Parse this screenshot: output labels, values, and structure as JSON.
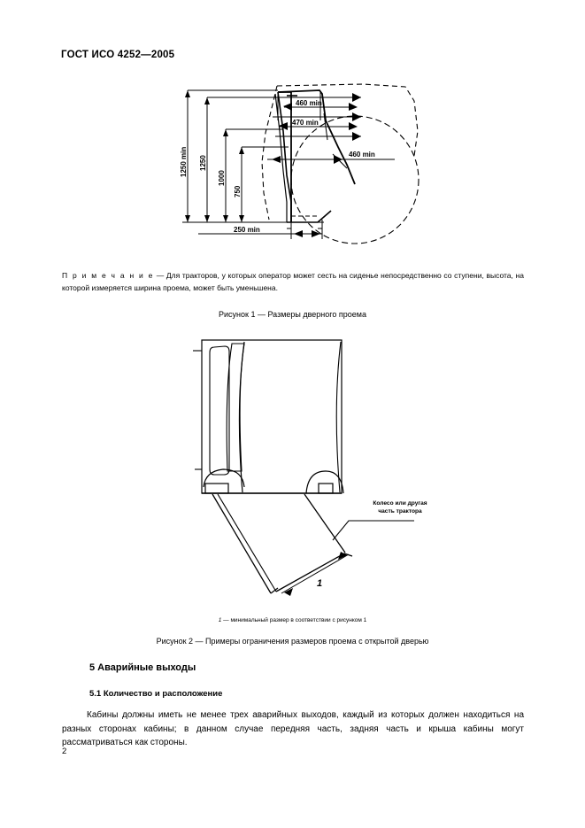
{
  "document": {
    "standard_header": "ГОСТ ИСО 4252—2005",
    "page_number": "2"
  },
  "figure1": {
    "caption": "Рисунок 1 — Размеры дверного проема",
    "note_label": "П р и м е ч а н и е",
    "note_dash": "—",
    "note_text": "Для тракторов, у которых оператор может сесть на сиденье непосредственно со ступени, высота, на которой измеряется ширина проема, может быть уменьшена.",
    "dimensions": {
      "vertical": [
        {
          "id": "dim-1250-min",
          "label": "1250 min"
        },
        {
          "id": "dim-1250",
          "label": "1250"
        },
        {
          "id": "dim-1000",
          "label": "1000"
        },
        {
          "id": "dim-750",
          "label": "750"
        }
      ],
      "horizontal": [
        {
          "id": "dim-460-min-top",
          "label": "460 min"
        },
        {
          "id": "dim-470-min",
          "label": "470 min"
        },
        {
          "id": "dim-460-min-lower",
          "label": "460 min"
        },
        {
          "id": "dim-250-min",
          "label": "250 min"
        }
      ]
    }
  },
  "figure2": {
    "caption": "Рисунок 2 — Примеры ограничения размеров проема с открытой дверью",
    "footnote_marker": "1",
    "footnote_text": "— минимальный размер в соответствии с рисунком 1",
    "wheel_label_line1": "Колесо или другая",
    "wheel_label_line2": "часть трактора",
    "dimension_marker": "1"
  },
  "section": {
    "heading": "5 Аварийные выходы",
    "subheading": "5.1 Количество и расположение",
    "paragraph": "Кабины должны иметь не менее трех аварийных выходов, каждый из которых должен находиться на разных сторонах кабины; в данном случае передняя часть, задняя часть и крыша кабины могут рассматриваться как стороны."
  },
  "colors": {
    "ink": "#000000",
    "paper": "#ffffff"
  }
}
